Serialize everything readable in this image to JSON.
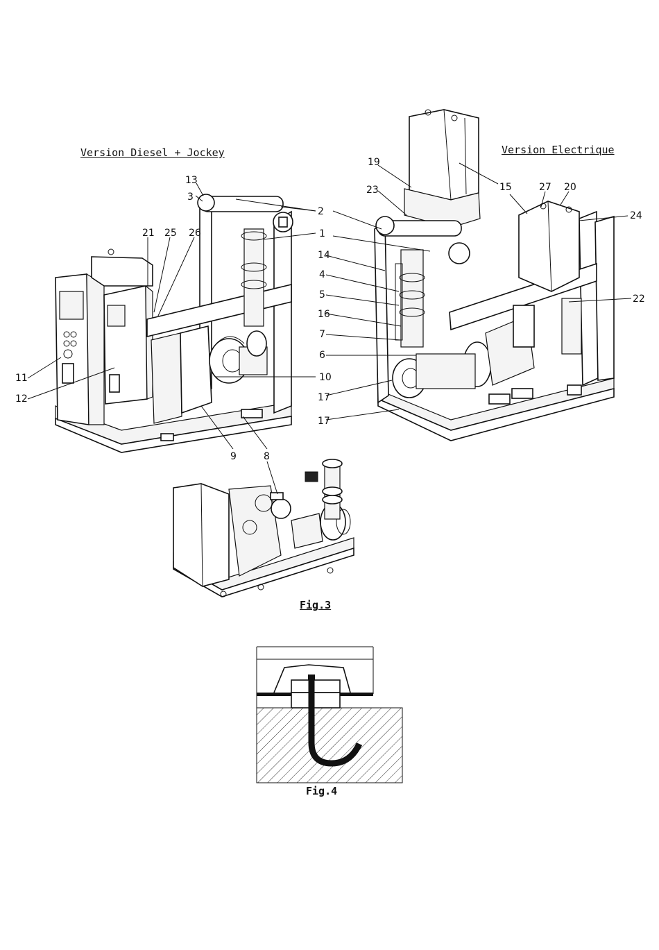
{
  "captions": {
    "left": "Version Diesel + Jockey",
    "right": "Version Electrique"
  },
  "figures": {
    "fig3": "Fig.3",
    "fig4": "Fig.4"
  },
  "callouts_left": [
    "13",
    "3",
    "2",
    "1",
    "21",
    "25",
    "26",
    "11",
    "12",
    "10",
    "9",
    "8"
  ],
  "callouts_right": [
    "19",
    "23",
    "15",
    "27",
    "20",
    "24",
    "14",
    "4",
    "5",
    "16",
    "7",
    "6",
    "17",
    "17",
    "22"
  ]
}
